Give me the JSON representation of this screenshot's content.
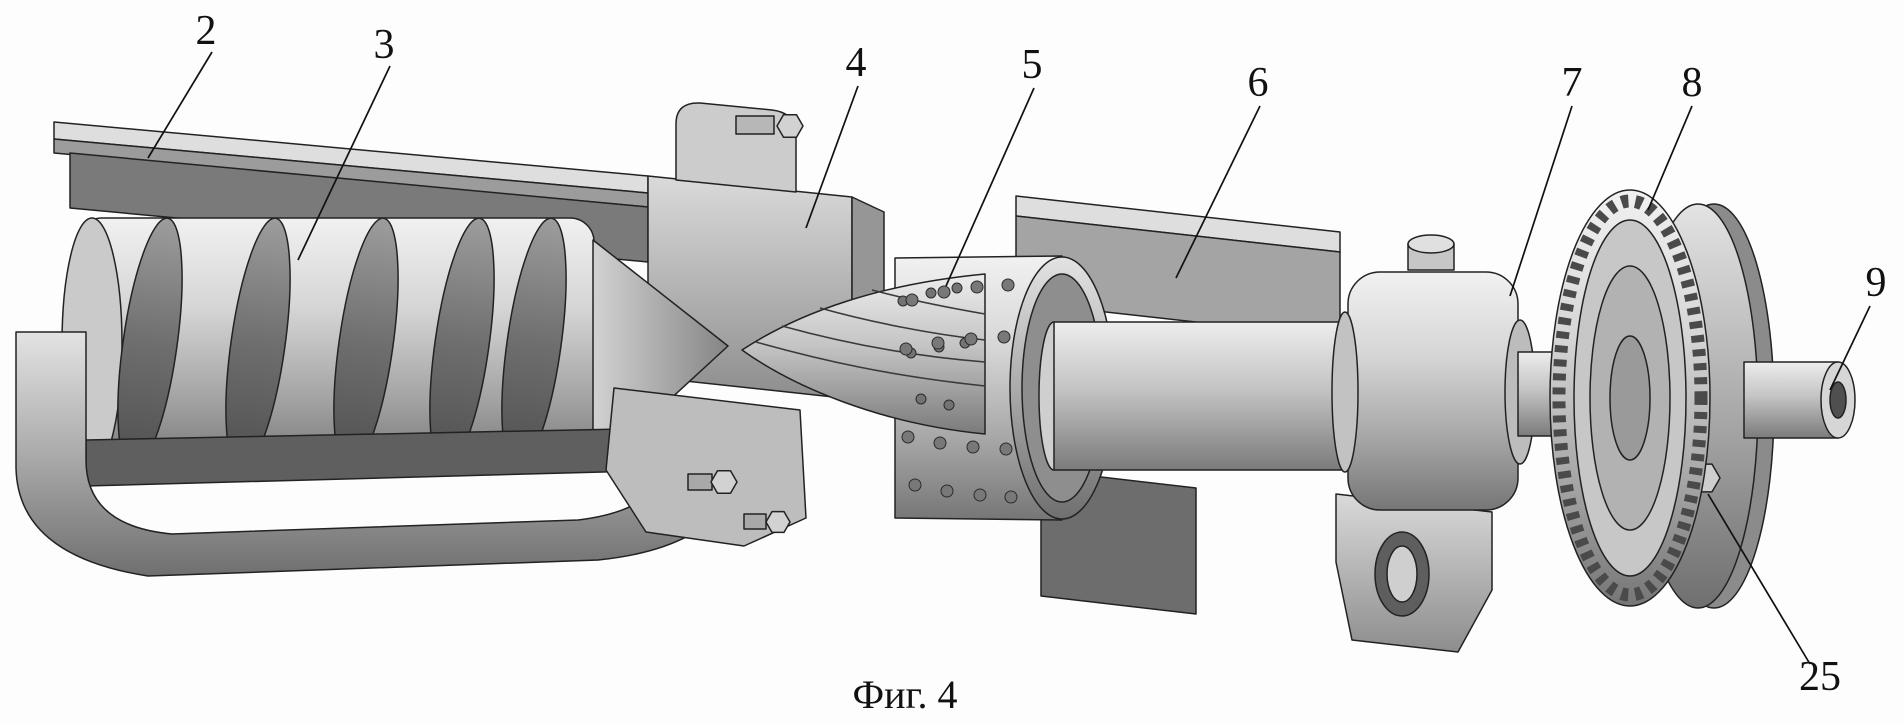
{
  "figure": {
    "caption": "Фиг. 4",
    "callouts": [
      {
        "number": "2"
      },
      {
        "number": "3"
      },
      {
        "number": "4"
      },
      {
        "number": "5"
      },
      {
        "number": "6"
      },
      {
        "number": "7"
      },
      {
        "number": "8"
      },
      {
        "number": "9"
      },
      {
        "number": "25"
      }
    ]
  },
  "theme": {
    "paper": "#fdfdfd",
    "ink": "#111111",
    "metal_light": "#e6e6e6",
    "metal_mid": "#a9a9a9",
    "metal_dark": "#6e6e6e"
  }
}
